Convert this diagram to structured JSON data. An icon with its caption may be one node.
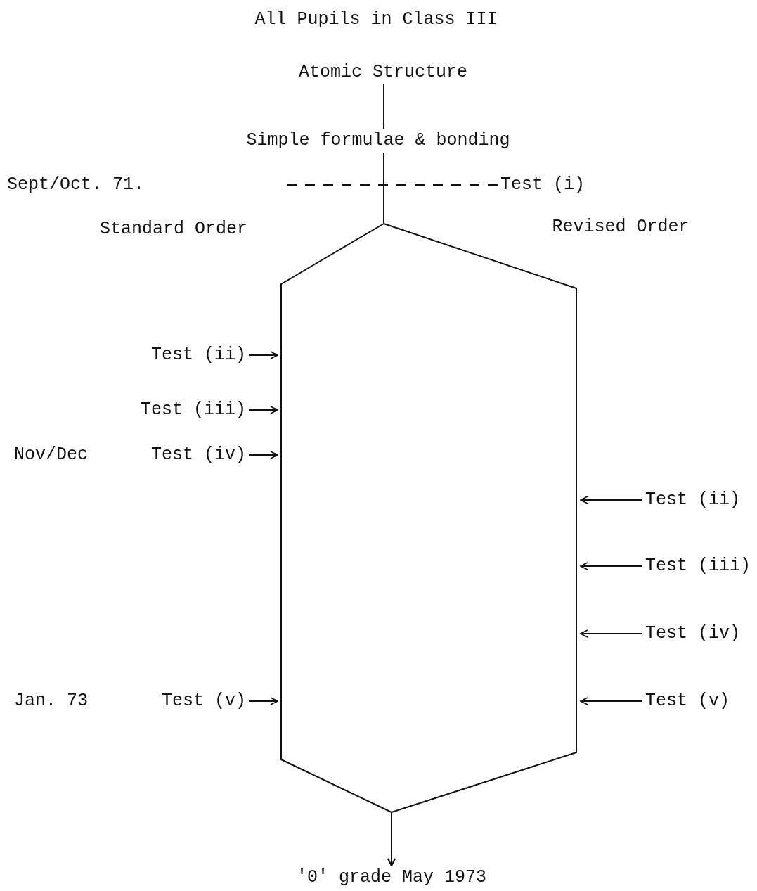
{
  "diagram": {
    "title": "All Pupils in Class III",
    "nodes": [
      {
        "text": [
          "Atomic Structure"
        ]
      },
      {
        "text": [
          "Simple formulae & bonding"
        ]
      },
      {
        "text": [
          "Test (i)"
        ]
      },
      {
        "text": [
          "Test (ii)"
        ]
      },
      {
        "text": [
          "Test (iii)"
        ]
      },
      {
        "text": [
          "Test (iv)"
        ]
      },
      {
        "text": [
          "Test (ii)"
        ]
      },
      {
        "text": [
          "Test (iii)"
        ]
      },
      {
        "text": [
          "Test (iv)"
        ]
      },
      {
        "text": [
          "Test (v)"
        ]
      },
      {
        "text": [
          "Test (v)"
        ]
      },
      {
        "text": [
          "'0' grade May 1973"
        ]
      }
    ],
    "edges": [
      {
        "from": 0,
        "to": 1,
        "arrow": "none"
      },
      {
        "from": 1,
        "to": 11,
        "arrow": "to"
      },
      {
        "from": 1,
        "to": 11,
        "arrow": "to"
      },
      {
        "from": 2,
        "to": null,
        "arrow": "none",
        "style": "dashed"
      },
      {
        "from": 3,
        "to": null,
        "arrow": "to"
      },
      {
        "from": 4,
        "to": null,
        "arrow": "to"
      },
      {
        "from": 5,
        "to": null,
        "arrow": "to"
      },
      {
        "from": 6,
        "to": null,
        "arrow": "to"
      },
      {
        "from": 7,
        "to": null,
        "arrow": "to"
      },
      {
        "from": 8,
        "to": null,
        "arrow": "to"
      },
      {
        "from": 9,
        "to": null,
        "arrow": "to"
      },
      {
        "from": 10,
        "to": null,
        "arrow": "to"
      }
    ],
    "labels": [
      "Sept/Oct. 71.",
      "Standard Order",
      "Revised Order",
      "Nov/Dec",
      "Jan. 73"
    ]
  }
}
